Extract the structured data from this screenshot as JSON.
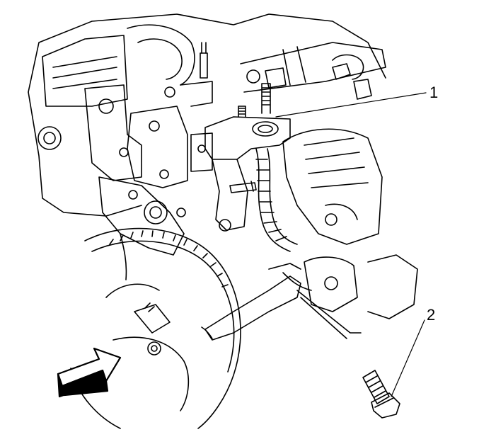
{
  "callouts": [
    {
      "label": "1",
      "target": "engine-mount-bracket-harness"
    },
    {
      "label": "2",
      "target": "bolt"
    }
  ],
  "colors": {
    "line": "#000000",
    "background": "#ffffff",
    "arrow_fill": "#ffffff"
  },
  "icons": {
    "view_arrow": "view-direction-arrow-icon"
  }
}
